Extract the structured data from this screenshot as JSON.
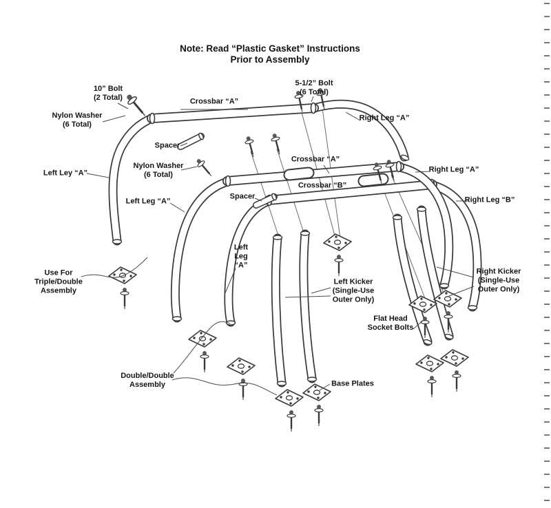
{
  "title": "Note: Read “Plastic Gasket” Instructions\nPrior to Assembly",
  "labels": {
    "bolt_10": "10” Bolt\n(2 Total)",
    "bolt_5_5": "5-1/2” Bolt\n(6 Total)",
    "nylon_washer_top": "Nylon Washer\n(6 Total)",
    "crossbar_a_top": "Crossbar “A”",
    "right_leg_a_top": "Right Leg “A”",
    "spacer_top": "Spacer",
    "left_ley_a": "Left Ley “A”",
    "nylon_washer_mid": "Nylon Washer\n(6 Total)",
    "crossbar_a_mid": "Crossbar “A”",
    "right_leg_a_mid": "Right Leg “A”",
    "crossbar_b": "Crossbar “B”",
    "spacer_mid": "Spacer",
    "right_leg_b": "Right Leg “B”",
    "left_leg_a_mid": "Left Leg “A”",
    "left_leg_a_stacked": "Left\nLeg\n“A”",
    "use_for": "Use For\nTriple/Double\nAssembly",
    "left_kicker": "Left Kicker\n(Single-Use\nOuter Only)",
    "right_kicker": "Right Kicker\n(Single-Use\nOuter Only)",
    "flat_head": "Flat Head\nSocket Bolts",
    "double_double": "Double/Double\nAssembly",
    "base_plates": "Base Plates"
  }
}
